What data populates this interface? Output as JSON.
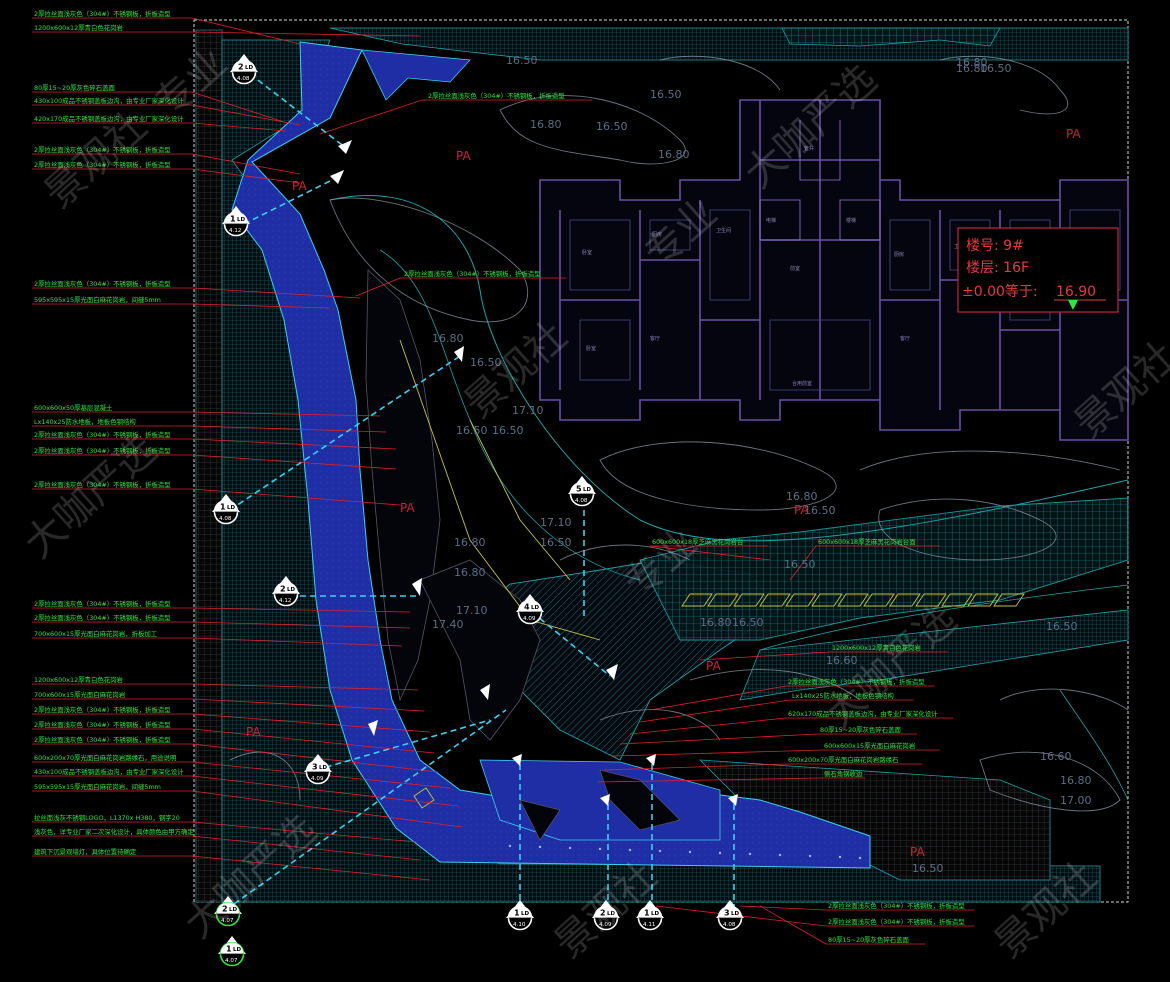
{
  "left_notes": [
    "2厚拉丝面浅灰色（304#）不锈钢板，折板造型",
    "1200x600x12厚青白色花岗岩",
    "80厚15~20厚灰色碎石盖面",
    "430x100成品不锈钢盖板边沟，由专业厂家深化设计",
    "420x170成品不锈钢盖板边沟，由专业厂家深化设计",
    "2厚拉丝面浅灰色（304#）不锈钢板，折板造型",
    "2厚拉丝面浅灰色（304#）不锈钢板，折板造型",
    "2厚拉丝面浅灰色（304#）不锈钢板，折板造型",
    "595x595x15厚光面白麻花岗岩，间缝5mm",
    "600x600x50厚基层混凝土",
    "Lx140x25防水地板，地板色钢结构",
    "2厚拉丝面浅灰色（304#）不锈钢板，折板造型",
    "2厚拉丝面浅灰色（304#）不锈钢板，折板造型",
    "2厚拉丝面浅灰色（304#）不锈钢板，折板造型",
    "2厚拉丝面浅灰色（304#）不锈钢板，折板造型",
    "2厚拉丝面浅灰色（304#）不锈钢板，折板造型",
    "700x600x15厚光面白麻花岗岩，折板加工",
    "1200x600x12厚青白色花岗岩",
    "700x600x15厚光面白麻花岗岩",
    "2厚拉丝面浅灰色（304#）不锈钢板，折板造型",
    "2厚拉丝面浅灰色（304#）不锈钢板，折板造型",
    "2厚拉丝面浅灰色（304#）不锈钢板，折板造型",
    "600x200x70厚光面白麻花岗岩路缘石，用途说明",
    "430x100成品不锈钢盖板边沟，由专业厂家深化设计",
    "595x595x15厚光面白麻花岗岩，间缝5mm",
    "拉丝面浅灰不锈钢LOGO，L1370x H380，钢字20",
    "浅灰色，详专业厂家二次深化设计，具体颜色由甲方确定",
    "建筑下沉景观墙灯，具体位置待确定"
  ],
  "right_notes": [
    "600x600x18厚芝麻黑花岗岩台",
    "600x600x18厚芝麻黑花岗岩台面",
    "1200x600x12厚青白色花岗岩",
    "2厚拉丝面浅灰色（304#）不锈钢板，折板造型",
    "Lx140x25防水地板，地板色钢结构",
    "620x170成品不锈钢盖板边沟，由专业厂家深化设计",
    "80厚15~20厚灰色碎石盖面",
    "600x600x15厚光面白麻花岗岩",
    "600x200x70厚光面白麻花岗岩路缘石",
    "侧石角钢收边",
    "2厚拉丝面浅灰色（304#）不锈钢板，折板造型",
    "2厚拉丝面浅灰色（304#）不锈钢板，折板造型",
    "80厚15~20厚灰色碎石盖面"
  ],
  "top_notes": [
    "2厚拉丝面浅灰色（304#）不锈钢板，折板造型",
    "2厚拉丝面浅灰色（304#）不锈钢板，折板造型"
  ],
  "building_info": {
    "line1": "楼号: 9#",
    "line2": "楼层: 16F",
    "line3_prefix": "±0.00等于:",
    "line3_value": "16.90"
  },
  "elevations": [
    "16.50",
    "16.80",
    "16.50",
    "16.50",
    "16.80",
    "16.50",
    "16.50",
    "16.80",
    "16.80",
    "17.10",
    "16.50",
    "17.10",
    "16.50",
    "16.80",
    "17.40",
    "17.10",
    "16.80",
    "16.50",
    "16.80",
    "16.50",
    "16.60",
    "16.80",
    "16.50",
    "16.60",
    "16.80",
    "17.00",
    "16.50",
    "16.80",
    "16.50",
    "16.50"
  ],
  "pa_labels": [
    "PA",
    "PA",
    "PA",
    "PA",
    "PA",
    "PA",
    "PA",
    "PA"
  ],
  "room_labels": [
    "卧室",
    "卧室",
    "厨房",
    "卫生间",
    "客厅",
    "客厅",
    "卧室",
    "卧室",
    "管井",
    "电梯",
    "楼梯",
    "前室",
    "合用前室",
    "卫生间",
    "厨房"
  ],
  "section_tags": [
    {
      "num": "2",
      "sheet": "4.08"
    },
    {
      "num": "1",
      "sheet": "4.12"
    },
    {
      "num": "1",
      "sheet": "4.08"
    },
    {
      "num": "2",
      "sheet": "4.12"
    },
    {
      "num": "5",
      "sheet": "4.08"
    },
    {
      "num": "4",
      "sheet": "4.09"
    },
    {
      "num": "3",
      "sheet": "4.09"
    },
    {
      "num": "2",
      "sheet": "4.07"
    },
    {
      "num": "1",
      "sheet": "4.10"
    },
    {
      "num": "2",
      "sheet": "4.09"
    },
    {
      "num": "1",
      "sheet": "4.11"
    },
    {
      "num": "3",
      "sheet": "4.08"
    },
    {
      "num": "1",
      "sheet": "4.07"
    }
  ],
  "tag_code": "LD",
  "watermark": [
    "景观社",
    "专业",
    "大咖严选"
  ],
  "colors": {
    "background": "#000000",
    "annotation_text": "#2ee83a",
    "leader": "#e0202a",
    "water": "#1f2ea4",
    "paving": "#1aa2a8",
    "building": "#6b4ea6",
    "section_line": "#3ad0f0",
    "elevation": "#5a6e86",
    "frame": "#ffffff"
  }
}
